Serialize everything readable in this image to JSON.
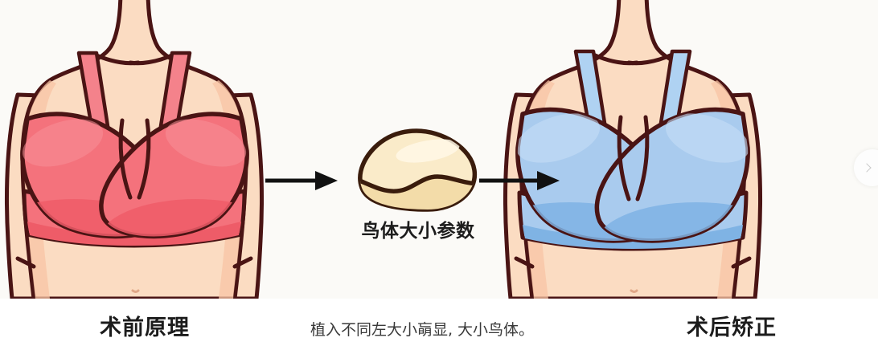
{
  "diagram": {
    "title_before": "术前原理",
    "title_after": "术后矫正",
    "implant_label": "鸟体大小参数",
    "center_note": "植入不同左大小朚显, 大小鸟体。",
    "flow": {
      "arrow_left": "arrow-right-icon",
      "arrow_right": "arrow-right-icon"
    }
  },
  "colors": {
    "background": "#FBFAF7",
    "skin_fill": "#FBDCC2",
    "skin_shadow": "#F8C4A4",
    "outline": "#4A1414",
    "bra_before": "#F4727C",
    "bra_before_shade": "#EE5C68",
    "bra_before_strap": "#F4828B",
    "bra_after": "#A9CBEE",
    "bra_after_shade": "#7FB3E4",
    "bra_after_strap": "#AFD2F2",
    "implant_fill": "#FAEBC9",
    "implant_shade": "#F3DCA9",
    "implant_outline": "#3A1C0C",
    "arrow": "#111111",
    "caption_text": "#1C1C1C",
    "note_text": "#3A3A3A"
  },
  "icons": {
    "arrow": "arrow-right-icon",
    "implant": "breast-implant-icon",
    "torso_before": "female-torso-pink-bra-icon",
    "torso_after": "female-torso-blue-bra-icon",
    "carousel_next": "chevron-right-icon"
  }
}
